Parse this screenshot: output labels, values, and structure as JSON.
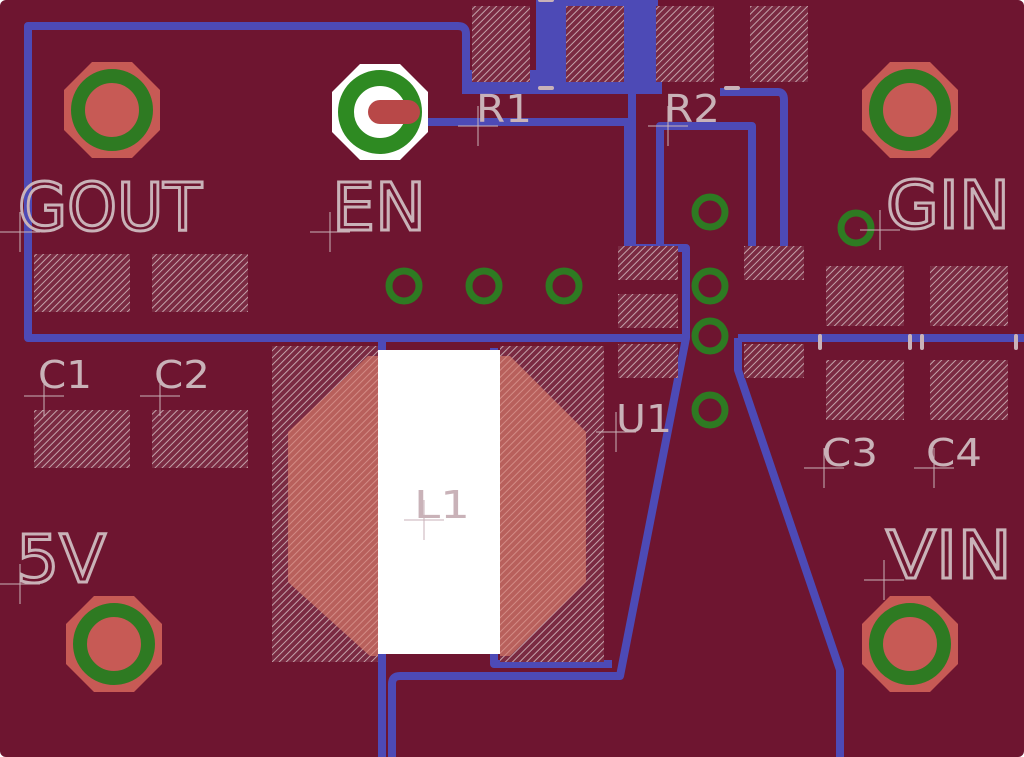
{
  "colors": {
    "background": "#ffffff",
    "board": "#6e1530",
    "copper_trace": "#4d4ab6",
    "silkscreen": "#c9b2b8",
    "pad_hatch": "#c4a2aa",
    "inductor_pad": "#c2706b",
    "pad_ring": "#2e7a22",
    "pad_center": "#c75a55",
    "enable_pad_ring": "#2e8a22",
    "enable_pad_outline": "#ffffff",
    "enable_pad_slot": "#b84848",
    "inductor_window": "#ffffff"
  },
  "labels": {
    "gout": "GOUT",
    "en": "EN",
    "gin": "GIN",
    "five_v": "5V",
    "vin": "VIN",
    "r1": "R1",
    "r2": "R2",
    "c1": "C1",
    "c2": "C2",
    "c3": "C3",
    "c4": "C4",
    "u1": "U1",
    "l1": "L1"
  },
  "components": {
    "connectors": [
      "GOUT",
      "EN",
      "GIN",
      "5V",
      "VIN"
    ],
    "resistors": [
      "R1",
      "R2"
    ],
    "capacitors": [
      "C1",
      "C2",
      "C3",
      "C4"
    ],
    "ic": "U1",
    "inductor": "L1"
  }
}
